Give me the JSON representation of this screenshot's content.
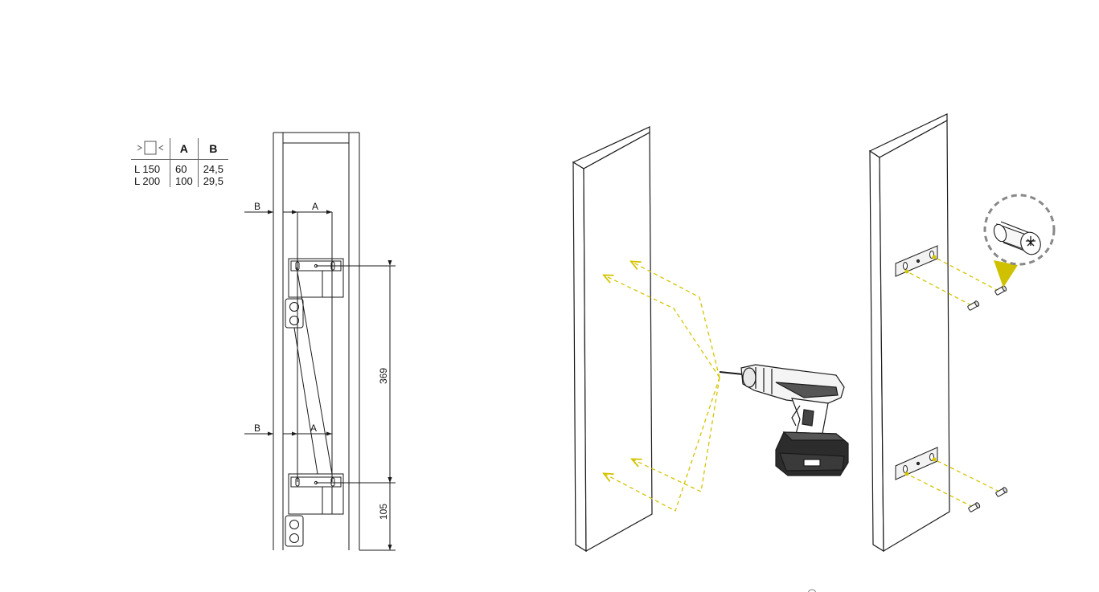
{
  "spec_table": {
    "headers": [
      "A",
      "B"
    ],
    "rows": [
      {
        "model": "L 150",
        "a": "60",
        "b": "24,5"
      },
      {
        "model": "L 200",
        "a": "100",
        "b": "29,5"
      }
    ]
  },
  "dimensions": {
    "b_upper": "B",
    "a_upper": "A",
    "b_lower": "B",
    "a_lower": "A",
    "spacing": "369",
    "bottom_offset": "105"
  },
  "colors": {
    "line": "#1a1a1a",
    "guide": "#d4c400",
    "pointer": "#cfc100",
    "callout": "#888888"
  }
}
